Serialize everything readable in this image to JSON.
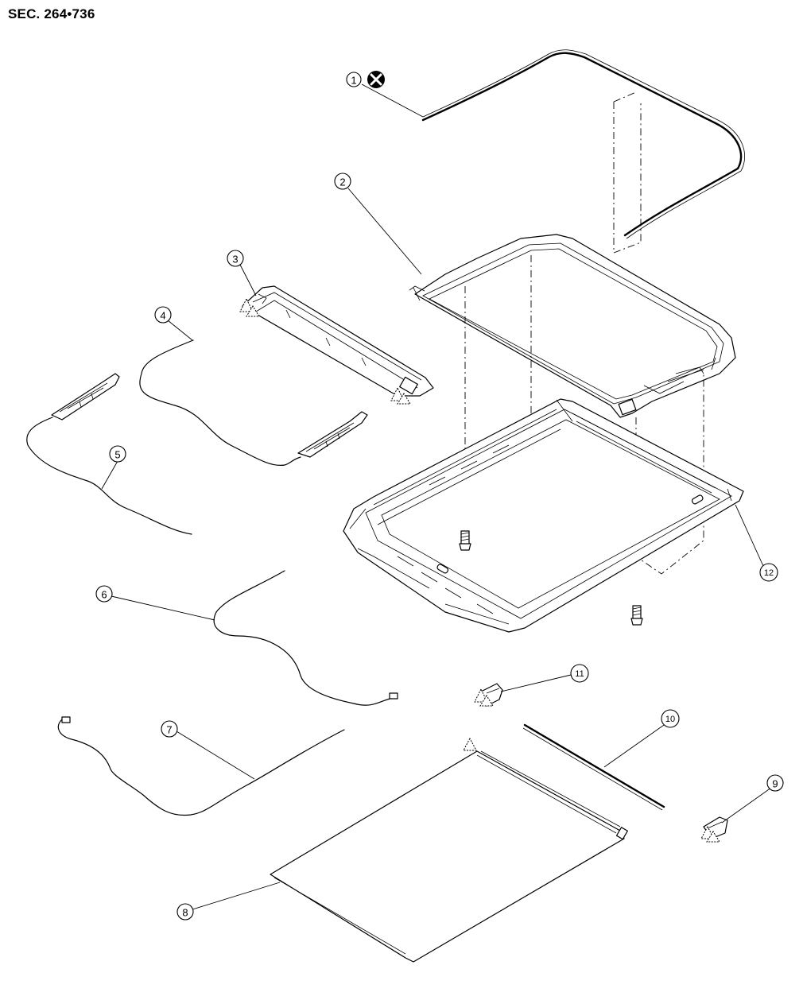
{
  "section_label": "SEC. 264•736",
  "callouts": [
    {
      "id": "c1",
      "label": "1"
    },
    {
      "id": "c2",
      "label": "2"
    },
    {
      "id": "c3",
      "label": "3"
    },
    {
      "id": "c4",
      "label": "4"
    },
    {
      "id": "c5",
      "label": "5"
    },
    {
      "id": "c6",
      "label": "6"
    },
    {
      "id": "c7",
      "label": "7"
    },
    {
      "id": "c8",
      "label": "8"
    },
    {
      "id": "c9",
      "label": "9"
    },
    {
      "id": "c10",
      "label": "10"
    },
    {
      "id": "c11",
      "label": "11"
    },
    {
      "id": "c12",
      "label": "12"
    }
  ],
  "icons": {
    "do_not_reuse": "do-not-reuse-icon",
    "clip": "triangle-clip-icon",
    "screw": "screw-icon"
  }
}
